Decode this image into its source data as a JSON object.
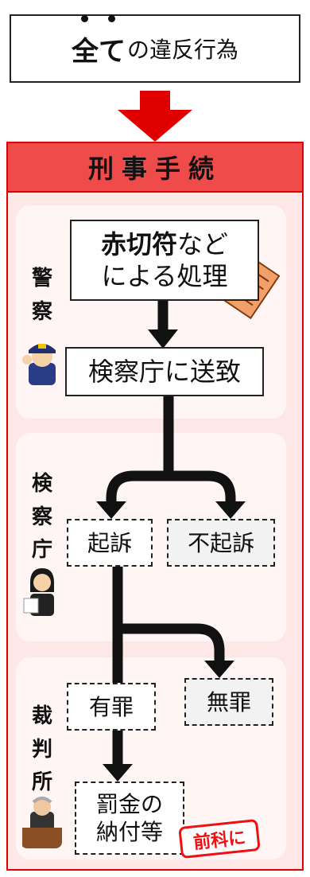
{
  "title": {
    "emphasis": "全て",
    "rest": "の違反行為"
  },
  "header": "刑事手続",
  "sections": {
    "police": {
      "label": [
        "警",
        "察"
      ]
    },
    "prosecution": {
      "label": [
        "検",
        "察",
        "庁"
      ]
    },
    "court": {
      "label": [
        "裁",
        "判",
        "所"
      ]
    }
  },
  "nodes": {
    "red_ticket": {
      "line1_bold": "赤切符",
      "line1_rest": "など",
      "line2": "による処理"
    },
    "send": "検察庁に送致",
    "indict": "起訴",
    "no_indict": "不起訴",
    "guilty": "有罪",
    "not_guilty": "無罪",
    "fine": {
      "line1": "罰金の",
      "line2": "納付等"
    }
  },
  "badge": "前科に",
  "colors": {
    "accent": "#e00000",
    "header_bg": "#ef4b4b",
    "badge": "#e11111",
    "arrow": "#111111"
  },
  "icons": [
    "red-arrow-icon",
    "ticket-icon",
    "police-officer-icon",
    "prosecutor-icon",
    "judge-icon"
  ]
}
